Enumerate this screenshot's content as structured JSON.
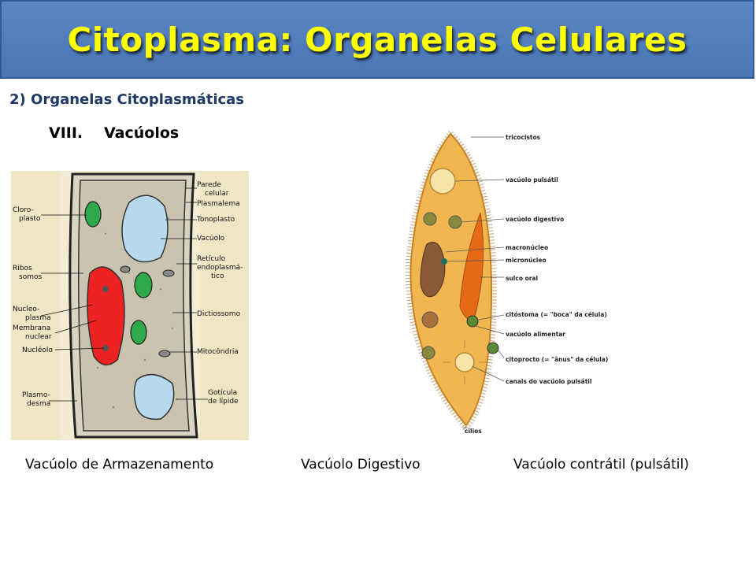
{
  "title": "Citoplasma: Organelas Celulares",
  "section": "2) Organelas Citoplasmáticas",
  "subsection": {
    "number": "VIII.",
    "label": "Vacúolos"
  },
  "plant_cell_labels": {
    "left": [
      "Cloro-",
      "plasto",
      "Ribos",
      "somos",
      "Nucleo-",
      "plasma",
      "Membrana",
      "nuclear",
      "Nucléolo",
      "Plasmo-",
      "desma"
    ],
    "right": [
      "Parede",
      "celular",
      "Plasmalema",
      "Tonoplasto",
      "Vacúolo",
      "Retículo",
      "endoplasmá-",
      "tico",
      "Dictiossomo",
      "Mitocôndria",
      "Gotícula",
      "de lípide"
    ]
  },
  "paramecium_labels": [
    "tricocistos",
    "vacúolo pulsátil",
    "vacúolo digestivo",
    "macronúcleo",
    "micronúcleo",
    "sulco oral",
    "citóstoma (= \"boca\" da célula)",
    "vacúolo alimentar",
    "citoprocto (= \"ânus\" da célula)",
    "canais do vacúolo pulsátil",
    "cílios"
  ],
  "captions": {
    "storage": "Vacúolo de Armazenamento",
    "digestive": "Vacúolo Digestivo",
    "contractile": "Vacúolo contrátil (pulsátil)"
  },
  "colors": {
    "title_bg": "#4f7bbb",
    "title_text": "#ffff00",
    "section_text": "#1f3864"
  }
}
